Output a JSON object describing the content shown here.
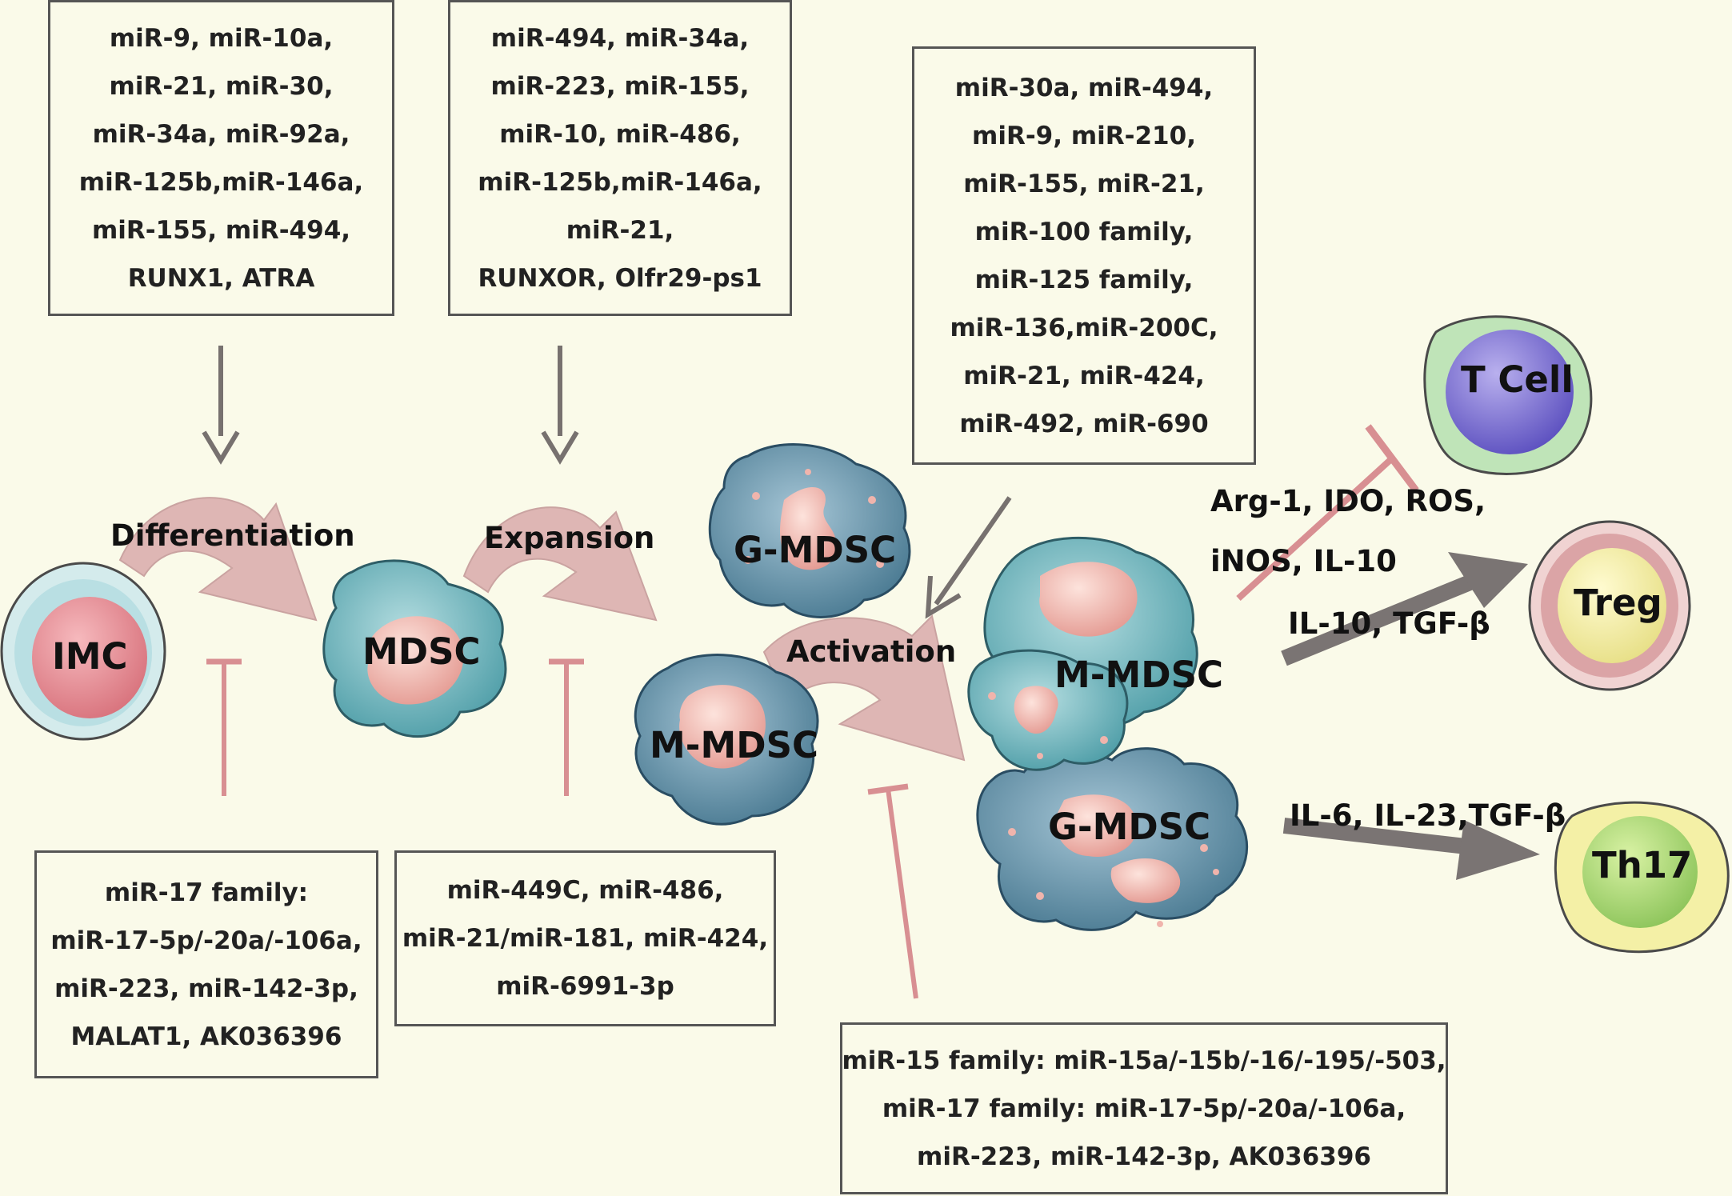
{
  "boxes": {
    "differentiation_promoters": [
      "miR-9, miR-10a,",
      "miR-21, miR-30,",
      "miR-34a, miR-92a,",
      "miR-125b,miR-146a,",
      "miR-155, miR-494,",
      "RUNX1, ATRA"
    ],
    "expansion_promoters": [
      "miR-494, miR-34a,",
      "miR-223, miR-155,",
      "miR-10, miR-486,",
      "miR-125b,miR-146a,",
      "miR-21,",
      "RUNXOR, Olfr29-ps1"
    ],
    "activation_promoters": [
      "miR-30a, miR-494,",
      "miR-9, miR-210,",
      "miR-155, miR-21,",
      "miR-100 family,",
      "miR-125 family,",
      "miR-136,miR-200C,",
      "miR-21, miR-424,",
      "miR-492, miR-690"
    ],
    "differentiation_inhibitors": [
      "miR-17 family:",
      "miR-17-5p/-20a/-106a,",
      "miR-223, miR-142-3p,",
      "MALAT1, AK036396"
    ],
    "expansion_inhibitors": [
      "miR-449C, miR-486,",
      "miR-21/miR-181, miR-424,",
      "miR-6991-3p"
    ],
    "activation_inhibitors": [
      "miR-15 family: miR-15a/-15b/-16/-195/-503,",
      "miR-17 family: miR-17-5p/-20a/-106a,",
      "miR-223, miR-142-3p, AK036396"
    ]
  },
  "processes": {
    "differentiation": "Differentiation",
    "expansion": "Expansion",
    "activation": "Activation"
  },
  "cells": {
    "imc": "IMC",
    "mdsc": "MDSC",
    "g_mdsc_top": "G-MDSC",
    "m_mdsc_left": "M-MDSC",
    "m_mdsc_cluster": "M-MDSC",
    "g_mdsc_cluster": "G-MDSC",
    "t_cell": "T Cell",
    "treg": "Treg",
    "th17": "Th17"
  },
  "factors": {
    "t_cell_suppression_line1": "Arg-1, IDO, ROS,",
    "t_cell_suppression_line2": "iNOS, IL-10",
    "treg_induction": "IL-10, TGF-β",
    "th17_induction": "IL-6, IL-23,TGF-β"
  },
  "colors": {
    "background": "#fafae9",
    "box_border": "#555555",
    "promote_arrow": "#77716f",
    "inhibit_bar": "#d88f92",
    "process_arrow": "#deb6b4",
    "mdsc_teal": "#5aa3ad",
    "mdsc_blue": "#4f7f97",
    "nucleus_pink": "#f0b4ac"
  }
}
